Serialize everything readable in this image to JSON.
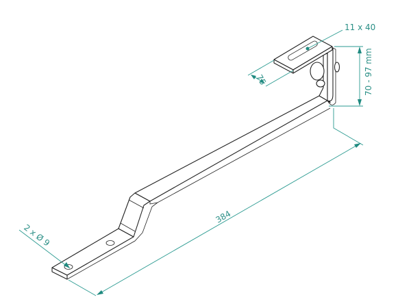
{
  "drawing": {
    "title": "Roof hook bracket",
    "dimensions": {
      "slot": "11 x 40",
      "height_range": "70 - 97 mm",
      "flange_width": "75",
      "length": "384",
      "holes": "2 x Ø 9"
    },
    "colors": {
      "dimension": "#2a9a90",
      "outline": "#222222"
    }
  }
}
